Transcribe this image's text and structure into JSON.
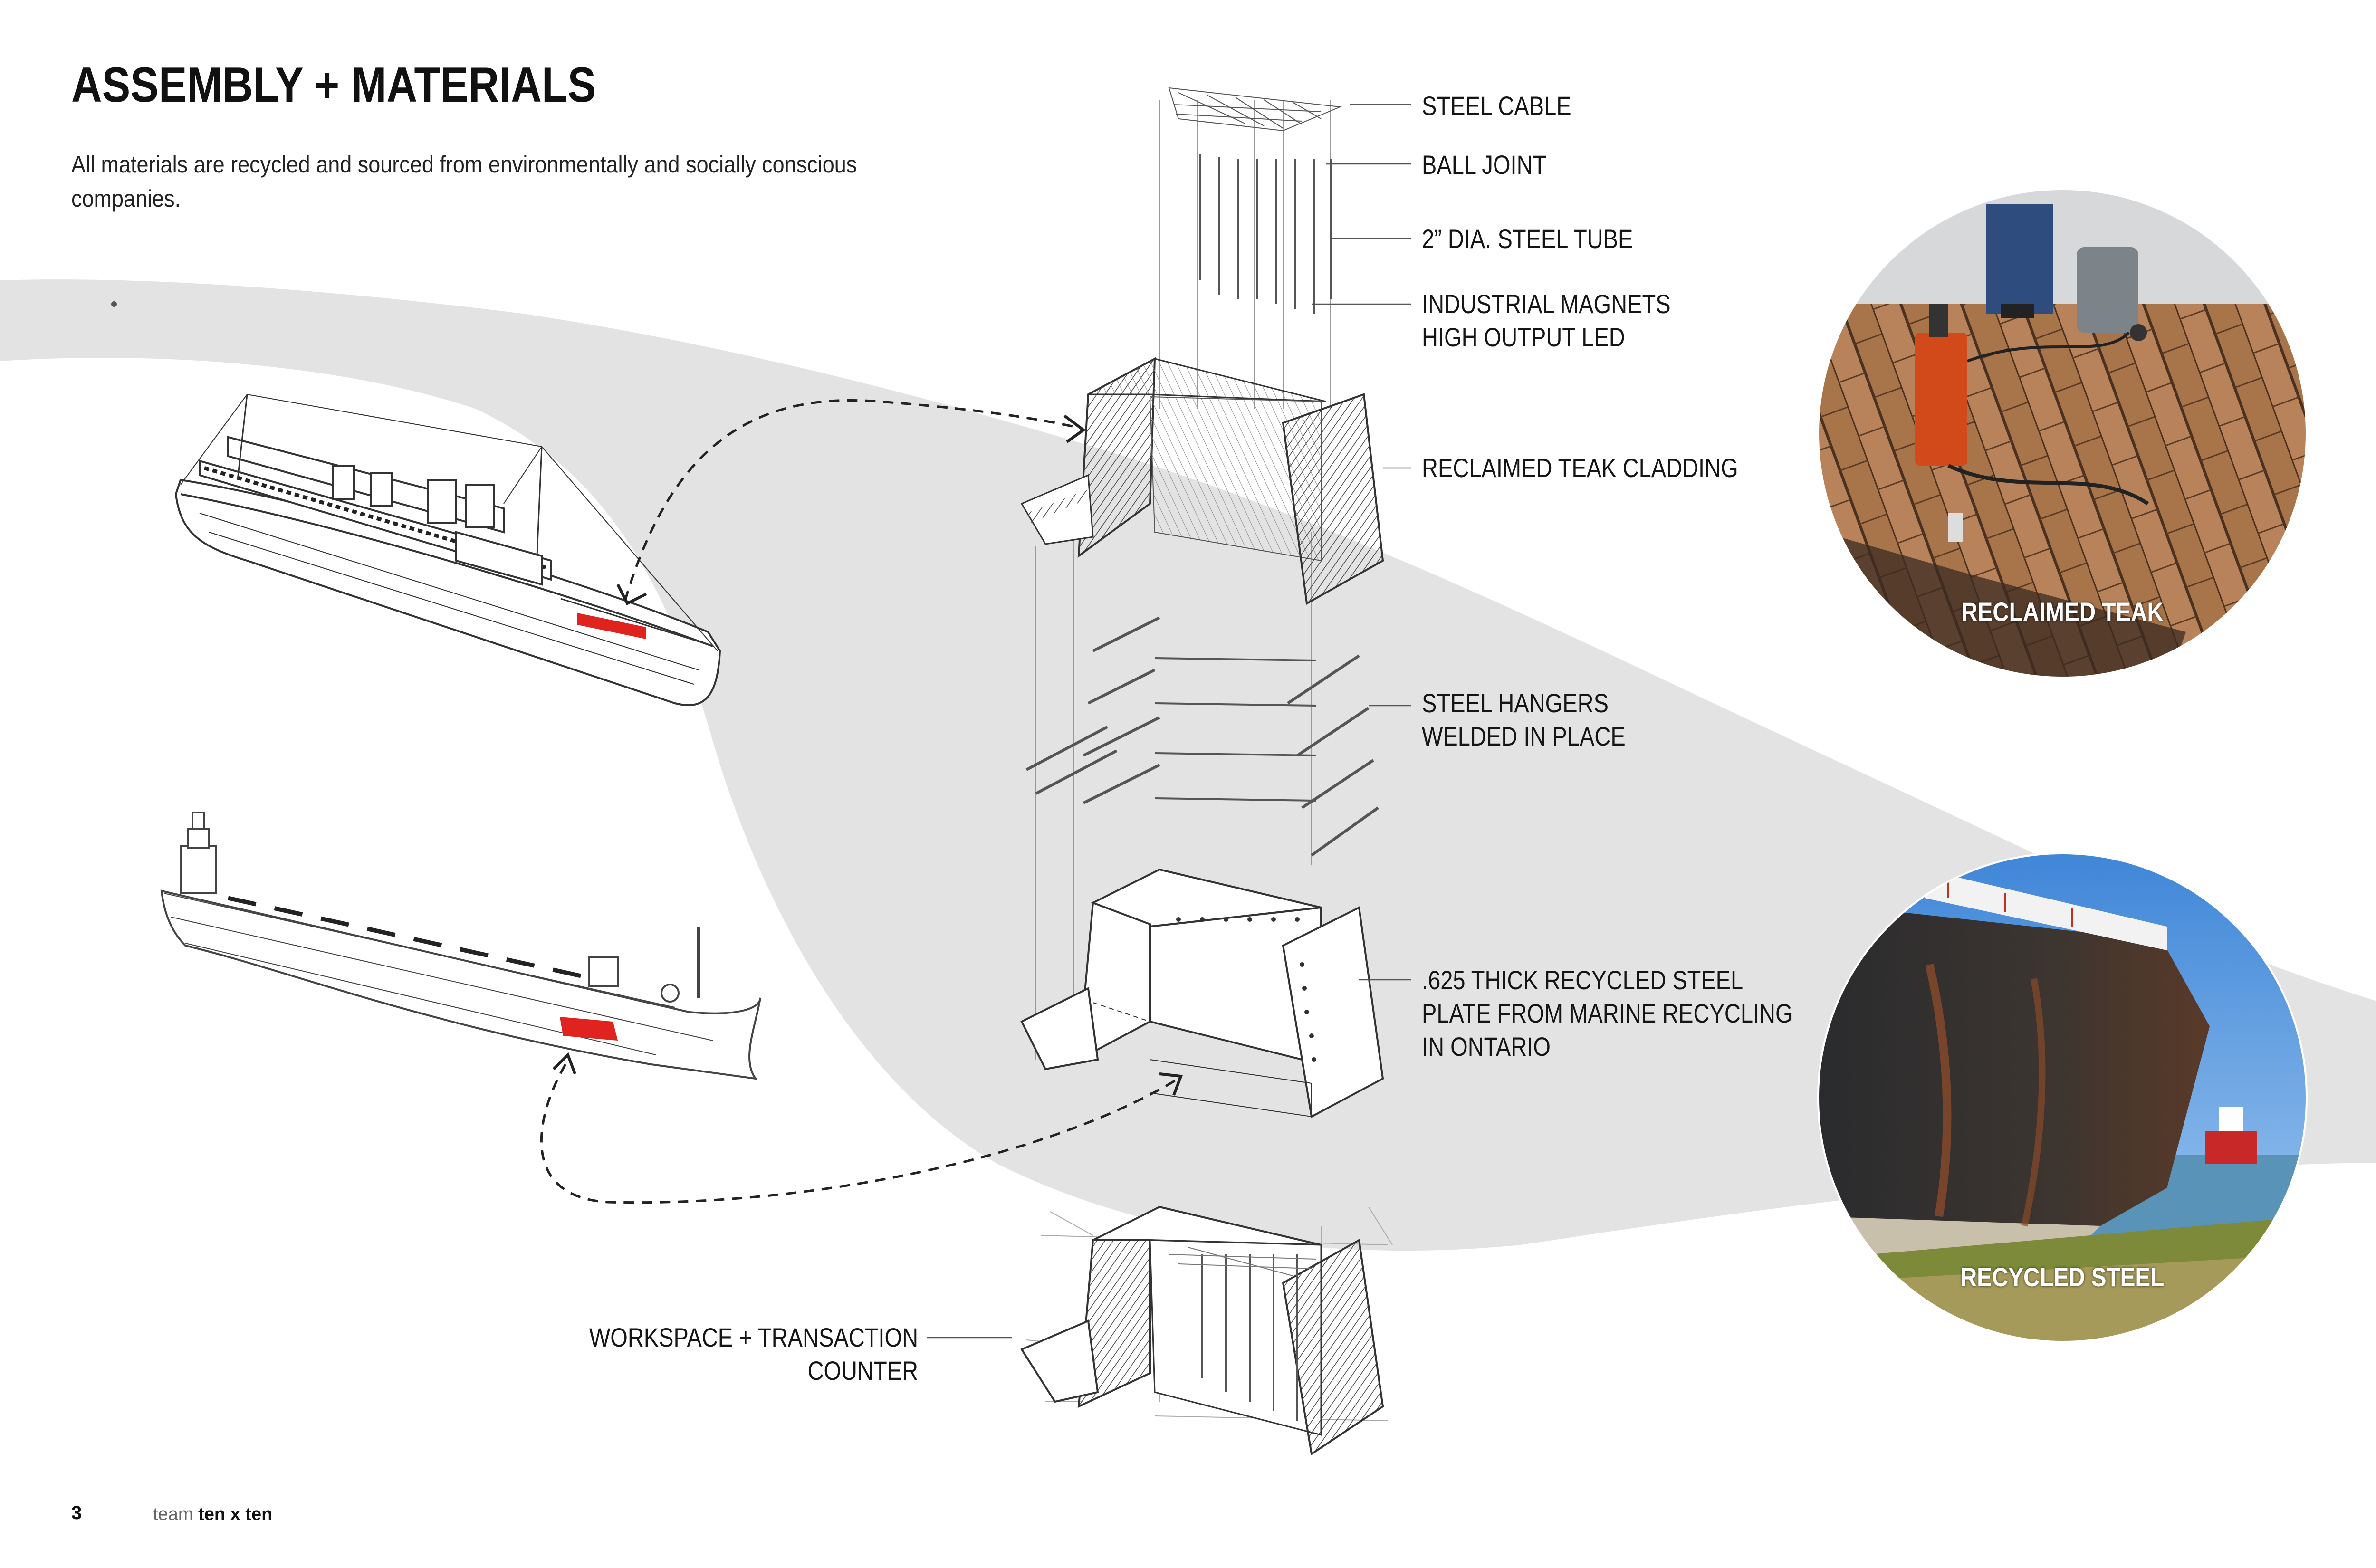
{
  "heading": {
    "title": "ASSEMBLY + MATERIALS",
    "intro": "All materials are recycled and sourced from environmentally and socially conscious companies."
  },
  "labels": {
    "steel_cable": "STEEL CABLE",
    "ball_joint": "BALL JOINT",
    "steel_tube": "2” DIA. STEEL TUBE",
    "magnets_line1": "INDUSTRIAL MAGNETS",
    "magnets_line2": "HIGH OUTPUT LED",
    "teak_cladding": "RECLAIMED TEAK CLADDING",
    "hangers_line1": "STEEL HANGERS",
    "hangers_line2": "WELDED IN PLACE",
    "plate_line1": ".625 THICK RECYCLED STEEL",
    "plate_line2": "PLATE FROM MARINE RECYCLING",
    "plate_line3": "IN ONTARIO",
    "workspace_line1": "WORKSPACE + TRANSACTION",
    "workspace_line2": "COUNTER"
  },
  "photos": {
    "teak": "RECLAIMED TEAK",
    "steel": "RECYCLED STEEL"
  },
  "footer": {
    "page_number": "3",
    "team_prefix": "team",
    "team_name": "ten x ten"
  },
  "colors": {
    "accent_red": "#e0231f",
    "band_gray": "#e3e3e3",
    "line": "#3a3a3a"
  }
}
